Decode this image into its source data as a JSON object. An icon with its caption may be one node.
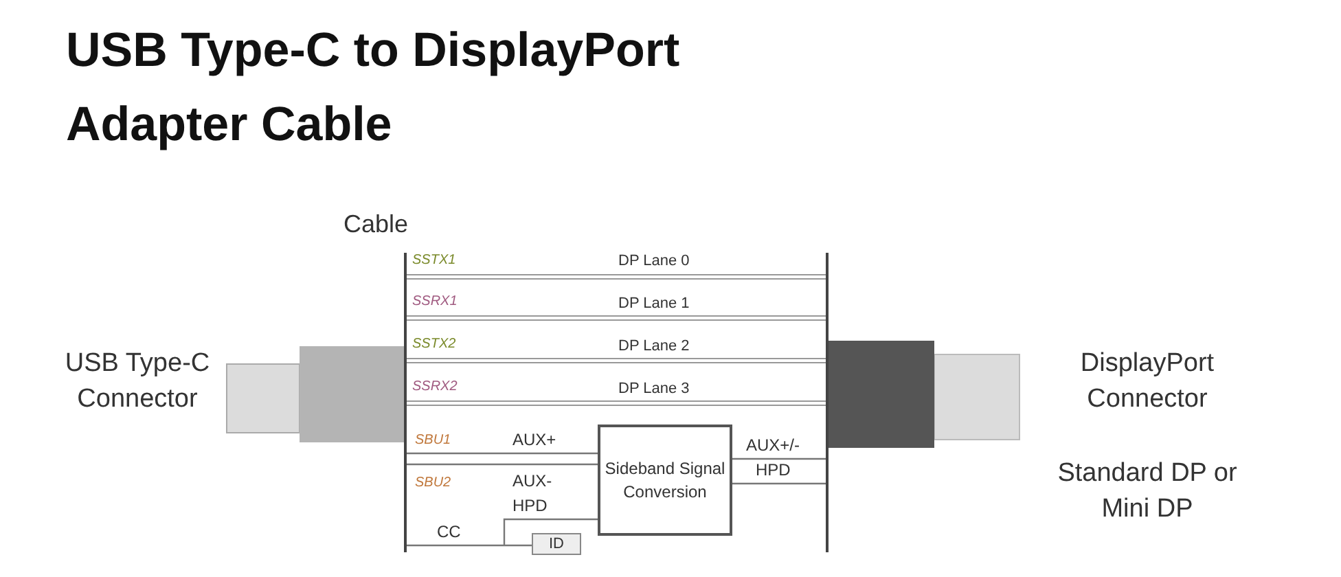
{
  "diagram": {
    "title": "USB Type-C to DisplayPort Adapter Cable",
    "nodes": [
      {
        "text": [
          "Sideband Signal Conversion"
        ]
      },
      {
        "text": [
          "ID"
        ]
      }
    ],
    "edges": [
      {
        "from": null,
        "to": 0,
        "arrow": "none",
        "label": "AUX+"
      },
      {
        "from": null,
        "to": 0,
        "arrow": "none",
        "label": "AUX-"
      },
      {
        "from": null,
        "to": 0,
        "arrow": "none",
        "label": "HPD"
      },
      {
        "from": null,
        "to": 1,
        "arrow": "none",
        "label": "CC"
      },
      {
        "from": 0,
        "to": null,
        "arrow": "none",
        "label": "AUX+/-"
      },
      {
        "from": 0,
        "to": null,
        "arrow": "none",
        "label": "HPD"
      }
    ],
    "labels": [
      "Cable",
      "SSTX1",
      "DP Lane 0",
      "SSRX1",
      "DP Lane 1",
      "SSTX2",
      "DP Lane 2",
      "SSRX2",
      "DP Lane 3",
      "SBU1",
      "SBU2",
      "USB Type-C Connector",
      "DisplayPort Connector",
      "Standard DP or Mini DP"
    ]
  }
}
